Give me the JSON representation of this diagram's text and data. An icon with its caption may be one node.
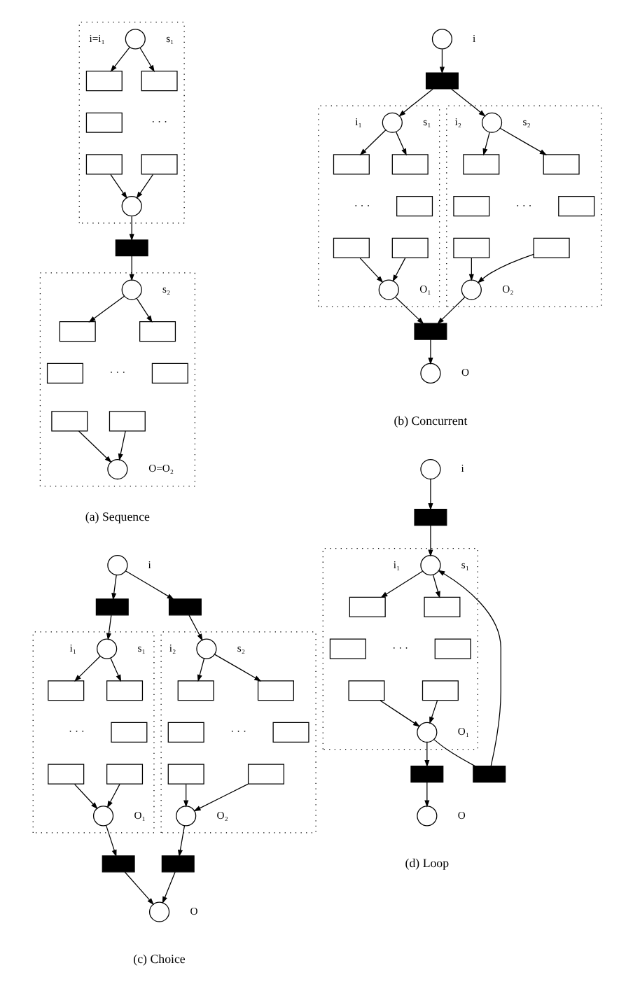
{
  "diagram": {
    "nodes": [
      {
        "text": [],
        "shape": "box"
      },
      {
        "text": [],
        "shape": "circle",
        "in": 0,
        "beside": [
          "i=i₁",
          "s₁"
        ]
      },
      {
        "text": [],
        "shape": "box",
        "in": 0
      },
      {
        "text": [],
        "shape": "box",
        "in": 0
      },
      {
        "text": [],
        "shape": "box",
        "in": 0
      },
      {
        "text": [],
        "shape": "box",
        "in": 0
      },
      {
        "text": [],
        "shape": "box",
        "in": 0
      },
      {
        "text": [],
        "shape": "circle",
        "in": 0
      },
      {
        "text": [],
        "shape": "bar"
      },
      {
        "text": [],
        "shape": "box"
      },
      {
        "text": [],
        "shape": "circle",
        "in": 9,
        "beside": [
          "s₂"
        ]
      },
      {
        "text": [],
        "shape": "box",
        "in": 9
      },
      {
        "text": [],
        "shape": "box",
        "in": 9
      },
      {
        "text": [],
        "shape": "box",
        "in": 9
      },
      {
        "text": [],
        "shape": "box",
        "in": 9
      },
      {
        "text": [],
        "shape": "box",
        "in": 9
      },
      {
        "text": [],
        "shape": "box",
        "in": 9
      },
      {
        "text": [],
        "shape": "circle",
        "in": 9,
        "beside": [
          "O=O₂"
        ]
      },
      {
        "text": [],
        "shape": "circle",
        "beside": [
          "i"
        ]
      },
      {
        "text": [],
        "shape": "bar"
      },
      {
        "text": [],
        "shape": "box"
      },
      {
        "text": [],
        "shape": "circle",
        "in": 20,
        "beside": [
          "i₁",
          "s₁"
        ]
      },
      {
        "text": [],
        "shape": "box",
        "in": 20
      },
      {
        "text": [],
        "shape": "box",
        "in": 20
      },
      {
        "text": [],
        "shape": "box",
        "in": 20
      },
      {
        "text": [],
        "shape": "box",
        "in": 20
      },
      {
        "text": [],
        "shape": "box",
        "in": 20
      },
      {
        "text": [],
        "shape": "circle",
        "in": 20,
        "beside": [
          "O₁"
        ]
      },
      {
        "text": [],
        "shape": "box"
      },
      {
        "text": [],
        "shape": "circle",
        "in": 28,
        "beside": [
          "i₂",
          "s₂"
        ]
      },
      {
        "text": [],
        "shape": "box",
        "in": 28
      },
      {
        "text": [],
        "shape": "box",
        "in": 28
      },
      {
        "text": [],
        "shape": "box",
        "in": 28
      },
      {
        "text": [],
        "shape": "box",
        "in": 28
      },
      {
        "text": [],
        "shape": "box",
        "in": 28
      },
      {
        "text": [],
        "shape": "box",
        "in": 28
      },
      {
        "text": [],
        "shape": "circle",
        "in": 28,
        "beside": [
          "O₂"
        ]
      },
      {
        "text": [],
        "shape": "bar"
      },
      {
        "text": [],
        "shape": "circle",
        "beside": [
          "O"
        ]
      },
      {
        "text": [],
        "shape": "circle",
        "beside": [
          "i"
        ]
      },
      {
        "text": [],
        "shape": "bar"
      },
      {
        "text": [],
        "shape": "bar"
      },
      {
        "text": [],
        "shape": "box"
      },
      {
        "text": [],
        "shape": "circle",
        "in": 42,
        "beside": [
          "i₁",
          "s₁"
        ]
      },
      {
        "text": [],
        "shape": "box",
        "in": 42
      },
      {
        "text": [],
        "shape": "box",
        "in": 42
      },
      {
        "text": [],
        "shape": "box",
        "in": 42
      },
      {
        "text": [],
        "shape": "box",
        "in": 42
      },
      {
        "text": [],
        "shape": "box",
        "in": 42
      },
      {
        "text": [],
        "shape": "circle",
        "in": 42,
        "beside": [
          "O₁"
        ]
      },
      {
        "text": [],
        "shape": "box"
      },
      {
        "text": [],
        "shape": "circle",
        "in": 50,
        "beside": [
          "i₂",
          "s₂"
        ]
      },
      {
        "text": [],
        "shape": "box",
        "in": 50
      },
      {
        "text": [],
        "shape": "box",
        "in": 50
      },
      {
        "text": [],
        "shape": "box",
        "in": 50
      },
      {
        "text": [],
        "shape": "box",
        "in": 50
      },
      {
        "text": [],
        "shape": "box",
        "in": 50
      },
      {
        "text": [],
        "shape": "box",
        "in": 50
      },
      {
        "text": [],
        "shape": "circle",
        "in": 50,
        "beside": [
          "O₂"
        ]
      },
      {
        "text": [],
        "shape": "bar"
      },
      {
        "text": [],
        "shape": "bar"
      },
      {
        "text": [],
        "shape": "circle",
        "beside": [
          "O"
        ]
      },
      {
        "text": [],
        "shape": "circle",
        "beside": [
          "i"
        ]
      },
      {
        "text": [],
        "shape": "bar"
      },
      {
        "text": [],
        "shape": "box"
      },
      {
        "text": [],
        "shape": "circle",
        "in": 64,
        "beside": [
          "i₁",
          "s₁"
        ]
      },
      {
        "text": [],
        "shape": "box",
        "in": 64
      },
      {
        "text": [],
        "shape": "box",
        "in": 64
      },
      {
        "text": [],
        "shape": "box",
        "in": 64
      },
      {
        "text": [],
        "shape": "box",
        "in": 64
      },
      {
        "text": [],
        "shape": "box",
        "in": 64
      },
      {
        "text": [],
        "shape": "box",
        "in": 64
      },
      {
        "text": [],
        "shape": "circle",
        "in": 64,
        "beside": [
          "O₁"
        ]
      },
      {
        "text": [],
        "shape": "bar"
      },
      {
        "text": [],
        "shape": "bar"
      },
      {
        "text": [],
        "shape": "circle",
        "beside": [
          "O"
        ]
      }
    ],
    "edges": [
      {
        "from": 1,
        "to": 2,
        "arrow": "to"
      },
      {
        "from": 1,
        "to": 3,
        "arrow": "to"
      },
      {
        "from": 5,
        "to": 7,
        "arrow": "to"
      },
      {
        "from": 6,
        "to": 7,
        "arrow": "to"
      },
      {
        "from": 7,
        "to": 8,
        "arrow": "to"
      },
      {
        "from": 8,
        "to": 10,
        "arrow": "to"
      },
      {
        "from": 10,
        "to": 11,
        "arrow": "to"
      },
      {
        "from": 10,
        "to": 12,
        "arrow": "to"
      },
      {
        "from": 15,
        "to": 17,
        "arrow": "to"
      },
      {
        "from": 16,
        "to": 17,
        "arrow": "to"
      },
      {
        "from": 18,
        "to": 19,
        "arrow": "to"
      },
      {
        "from": 19,
        "to": 21,
        "arrow": "to"
      },
      {
        "from": 19,
        "to": 29,
        "arrow": "to"
      },
      {
        "from": 21,
        "to": 22,
        "arrow": "to"
      },
      {
        "from": 21,
        "to": 23,
        "arrow": "to"
      },
      {
        "from": 25,
        "to": 27,
        "arrow": "to"
      },
      {
        "from": 26,
        "to": 27,
        "arrow": "to"
      },
      {
        "from": 29,
        "to": 30,
        "arrow": "to"
      },
      {
        "from": 29,
        "to": 31,
        "arrow": "to"
      },
      {
        "from": 34,
        "to": 36,
        "arrow": "to"
      },
      {
        "from": 35,
        "to": 36,
        "arrow": "to"
      },
      {
        "from": 27,
        "to": 37,
        "arrow": "to"
      },
      {
        "from": 36,
        "to": 37,
        "arrow": "to"
      },
      {
        "from": 37,
        "to": 38,
        "arrow": "to"
      },
      {
        "from": 39,
        "to": 40,
        "arrow": "to"
      },
      {
        "from": 39,
        "to": 41,
        "arrow": "to"
      },
      {
        "from": 40,
        "to": 43,
        "arrow": "to"
      },
      {
        "from": 41,
        "to": 51,
        "arrow": "to"
      },
      {
        "from": 43,
        "to": 44,
        "arrow": "to"
      },
      {
        "from": 43,
        "to": 45,
        "arrow": "to"
      },
      {
        "from": 47,
        "to": 49,
        "arrow": "to"
      },
      {
        "from": 48,
        "to": 49,
        "arrow": "to"
      },
      {
        "from": 51,
        "to": 52,
        "arrow": "to"
      },
      {
        "from": 51,
        "to": 53,
        "arrow": "to"
      },
      {
        "from": 56,
        "to": 58,
        "arrow": "to"
      },
      {
        "from": 57,
        "to": 58,
        "arrow": "to"
      },
      {
        "from": 49,
        "to": 59,
        "arrow": "to"
      },
      {
        "from": 58,
        "to": 60,
        "arrow": "to"
      },
      {
        "from": 59,
        "to": 61,
        "arrow": "to"
      },
      {
        "from": 60,
        "to": 61,
        "arrow": "to"
      },
      {
        "from": 62,
        "to": 63,
        "arrow": "to"
      },
      {
        "from": 63,
        "to": 65,
        "arrow": "to"
      },
      {
        "from": 65,
        "to": 66,
        "arrow": "to"
      },
      {
        "from": 65,
        "to": 67,
        "arrow": "to"
      },
      {
        "from": 70,
        "to": 72,
        "arrow": "to"
      },
      {
        "from": 71,
        "to": 72,
        "arrow": "to"
      },
      {
        "from": 72,
        "to": 73,
        "arrow": "none"
      },
      {
        "from": 73,
        "to": 65,
        "arrow": "to"
      },
      {
        "from": 72,
        "to": 74,
        "arrow": "to"
      },
      {
        "from": 74,
        "to": 75,
        "arrow": "to"
      }
    ],
    "labels": [
      "· · ·",
      "· · ·",
      "(a) Sequence",
      "· · ·",
      "· · ·",
      "(b) Concurrent",
      "· · ·",
      "· · ·",
      "(c) Choice",
      "· · ·",
      "(d) Loop"
    ]
  }
}
